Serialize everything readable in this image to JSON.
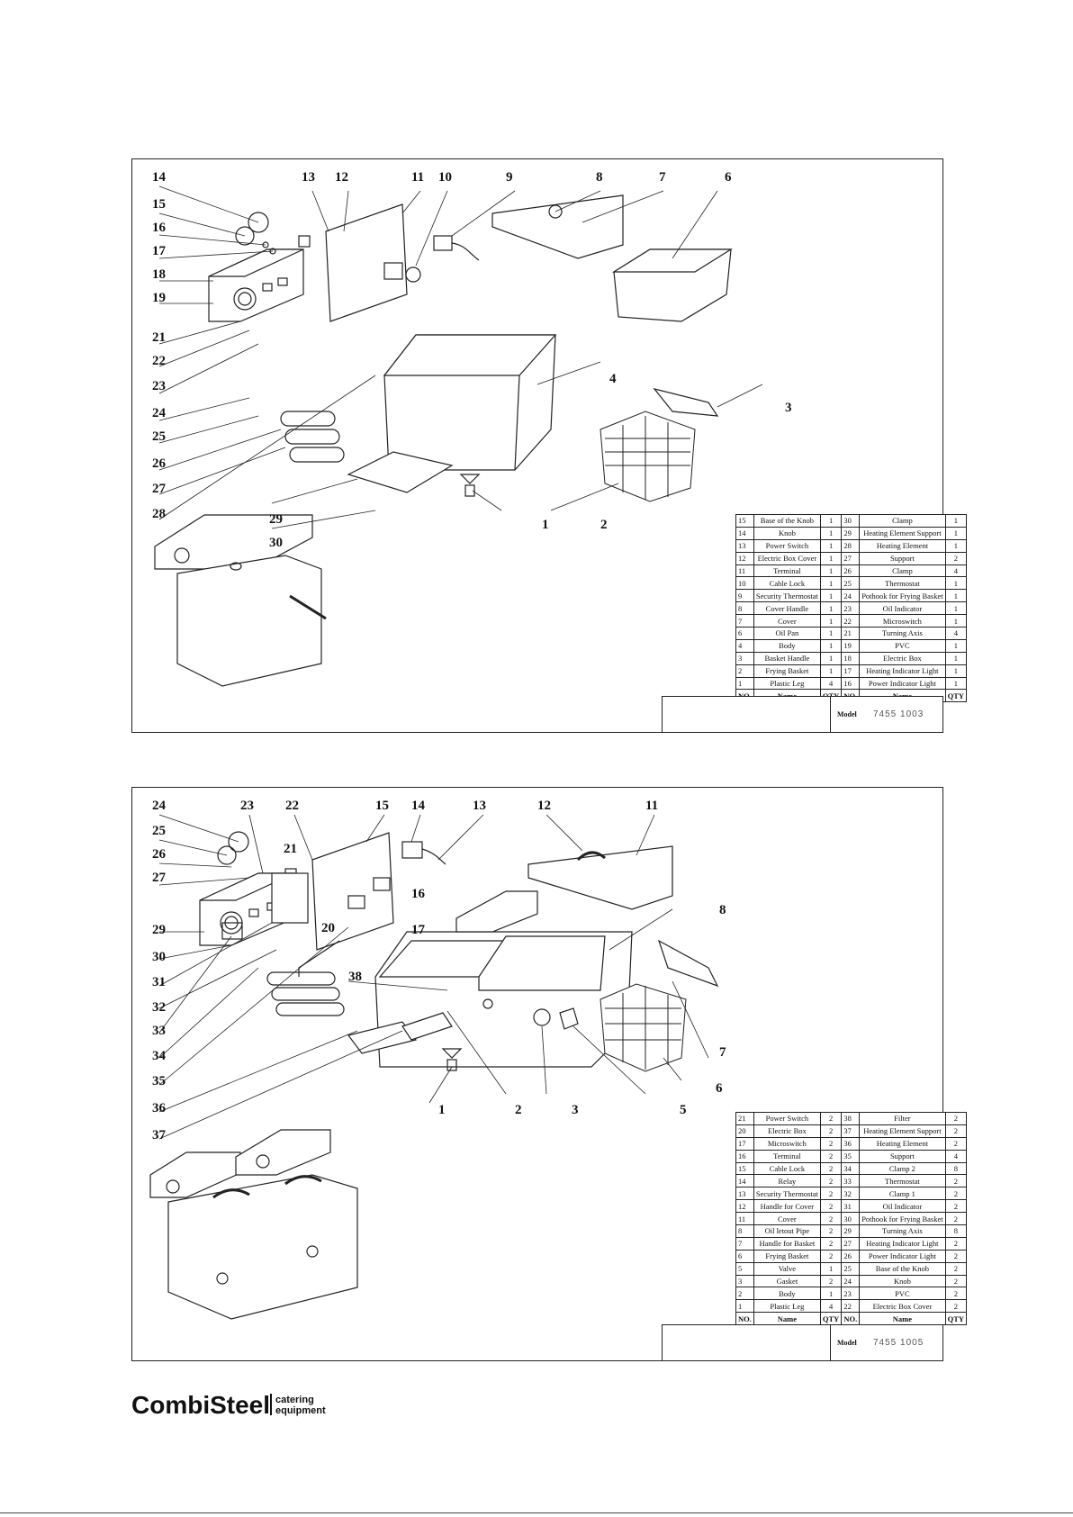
{
  "sheet1": {
    "model_label": "Model",
    "model_number": "7455  1003",
    "callouts": [
      "14",
      "13",
      "12",
      "11",
      "10",
      "9",
      "8",
      "7",
      "6",
      "15",
      "16",
      "17",
      "18",
      "19",
      "21",
      "22",
      "23",
      "24",
      "25",
      "26",
      "27",
      "28",
      "29",
      "30",
      "1",
      "2",
      "3",
      "4"
    ],
    "table_header": [
      "NO.",
      "Name",
      "QTY",
      "NO.",
      "Name",
      "QTY"
    ],
    "table_rows": [
      [
        "15",
        "Base of the Knob",
        "1",
        "30",
        "Clamp",
        "1"
      ],
      [
        "14",
        "Knob",
        "1",
        "29",
        "Heating Element Support",
        "1"
      ],
      [
        "13",
        "Power Switch",
        "1",
        "28",
        "Heating Element",
        "1"
      ],
      [
        "12",
        "Electric Box Cover",
        "1",
        "27",
        "Support",
        "2"
      ],
      [
        "11",
        "Terminal",
        "1",
        "26",
        "Clamp",
        "4"
      ],
      [
        "10",
        "Cable Lock",
        "1",
        "25",
        "Thermostat",
        "1"
      ],
      [
        "9",
        "Security Thermostat",
        "1",
        "24",
        "Pothook for Frying Basket",
        "1"
      ],
      [
        "8",
        "Cover Handle",
        "1",
        "23",
        "Oil Indicator",
        "1"
      ],
      [
        "7",
        "Cover",
        "1",
        "22",
        "Microswitch",
        "1"
      ],
      [
        "6",
        "Oil Pan",
        "1",
        "21",
        "Turning Axis",
        "4"
      ],
      [
        "4",
        "Body",
        "1",
        "19",
        "PVC",
        "1"
      ],
      [
        "3",
        "Basket Handle",
        "1",
        "18",
        "Electric Box",
        "1"
      ],
      [
        "2",
        "Frying Basket",
        "1",
        "17",
        "Heating Indicator Light",
        "1"
      ],
      [
        "1",
        "Plastic Leg",
        "4",
        "16",
        "Power Indicator Light",
        "1"
      ]
    ]
  },
  "sheet2": {
    "model_label": "Model",
    "model_number": "7455 1005",
    "callouts": [
      "24",
      "23",
      "22",
      "15",
      "14",
      "13",
      "12",
      "11",
      "25",
      "26",
      "27",
      "21",
      "16",
      "17",
      "20",
      "29",
      "30",
      "31",
      "8",
      "38",
      "32",
      "33",
      "34",
      "35",
      "36",
      "37",
      "7",
      "6",
      "1",
      "2",
      "3",
      "5"
    ],
    "table_header": [
      "NO.",
      "Name",
      "QTY",
      "NO.",
      "Name",
      "QTY"
    ],
    "table_rows": [
      [
        "21",
        "Power Switch",
        "2",
        "38",
        "Filter",
        "2"
      ],
      [
        "20",
        "Electric Box",
        "2",
        "37",
        "Heating Element Support",
        "2"
      ],
      [
        "17",
        "Microswitch",
        "2",
        "36",
        "Heating Element",
        "2"
      ],
      [
        "16",
        "Terminal",
        "2",
        "35",
        "Support",
        "4"
      ],
      [
        "15",
        "Cable Lock",
        "2",
        "34",
        "Clamp 2",
        "8"
      ],
      [
        "14",
        "Relay",
        "2",
        "33",
        "Thermostat",
        "2"
      ],
      [
        "13",
        "Security Thermostat",
        "2",
        "32",
        "Clamp 1",
        "2"
      ],
      [
        "12",
        "Handle for Cover",
        "2",
        "31",
        "Oil Indicator",
        "2"
      ],
      [
        "11",
        "Cover",
        "2",
        "30",
        "Pothook for Frying Basket",
        "2"
      ],
      [
        "8",
        "Oil letout Pipe",
        "2",
        "29",
        "Turning Axis",
        "8"
      ],
      [
        "7",
        "Handle for Basket",
        "2",
        "27",
        "Heating Indicator Light",
        "2"
      ],
      [
        "6",
        "Frying Basket",
        "2",
        "26",
        "Power Indicator Light",
        "2"
      ],
      [
        "5",
        "Valve",
        "1",
        "25",
        "Base of the Knob",
        "2"
      ],
      [
        "3",
        "Gasket",
        "2",
        "24",
        "Knob",
        "2"
      ],
      [
        "2",
        "Body",
        "1",
        "23",
        "PVC",
        "2"
      ],
      [
        "1",
        "Plastic Leg",
        "4",
        "22",
        "Electric Box Cover",
        "2"
      ]
    ]
  },
  "logo": {
    "brand": "CombiSteel",
    "tagline_1": "catering",
    "tagline_2": "equipment"
  },
  "colors": {
    "line": "#222222",
    "model_number": "#555555"
  }
}
